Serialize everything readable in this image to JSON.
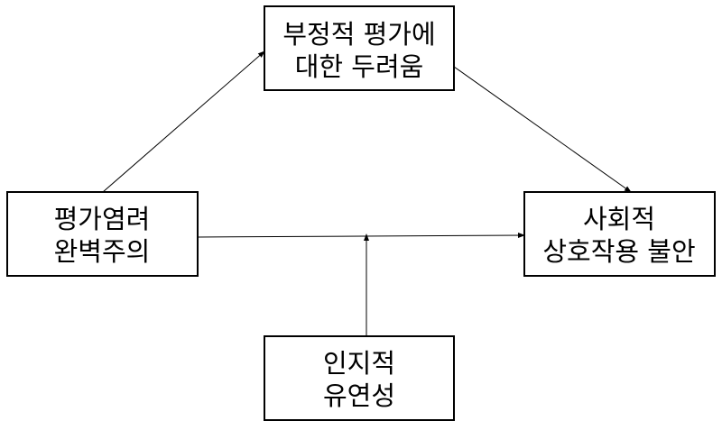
{
  "nodes": {
    "fear": {
      "line1": "부정적 평가에",
      "line2": "대한 두려움"
    },
    "perfectionism": {
      "line1": "평가염려",
      "line2": "완벽주의"
    },
    "anxiety": {
      "line1": "사회적",
      "line2": "상호작용 불안"
    },
    "flexibility": {
      "line1": "인지적",
      "line2": "유연성"
    }
  },
  "colors": {
    "stroke": "#000000",
    "background": "#ffffff"
  }
}
